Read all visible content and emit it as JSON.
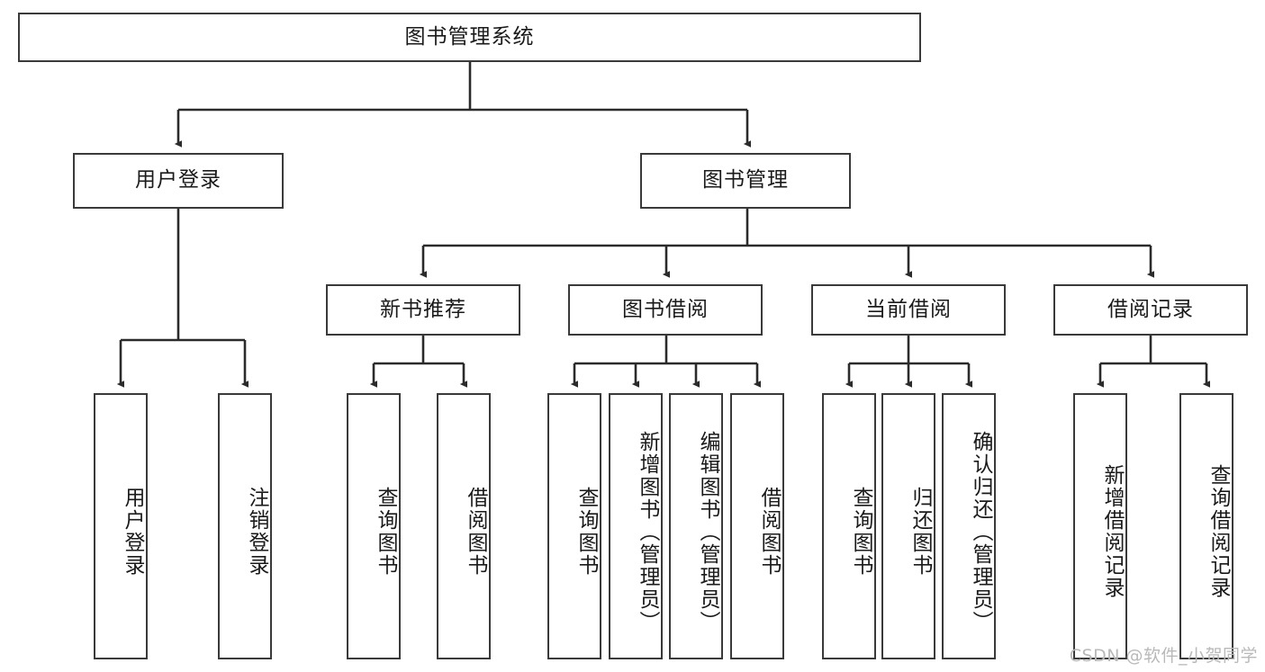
{
  "diagram": {
    "title": "图书管理系统",
    "type": "tree-hierarchy-chart",
    "watermark": "CSDN @软件_小贺同学",
    "colors": {
      "border": "#3a3a3a",
      "text": "#1a1a1a",
      "background": "#ffffff",
      "connector": "#2b2b2b",
      "watermark": "#b9b9b9"
    },
    "root": {
      "label": "图书管理系统"
    },
    "level1": [
      {
        "id": "user-login",
        "label": "用户登录"
      },
      {
        "id": "book-manage",
        "label": "图书管理"
      }
    ],
    "level2": [
      {
        "id": "new-book-recommend",
        "label": "新书推荐",
        "parent": "book-manage"
      },
      {
        "id": "book-borrow",
        "label": "图书借阅",
        "parent": "book-manage"
      },
      {
        "id": "current-borrow",
        "label": "当前借阅",
        "parent": "book-manage"
      },
      {
        "id": "borrow-record",
        "label": "借阅记录",
        "parent": "book-manage"
      }
    ],
    "leaves": {
      "user_login": [
        {
          "id": "leaf-user-login",
          "label": "用户登录"
        },
        {
          "id": "leaf-user-logout",
          "label": "注销登录"
        }
      ],
      "new_book_recommend": [
        {
          "id": "leaf-query-book-1",
          "label": "查询图书"
        },
        {
          "id": "leaf-borrow-book-1",
          "label": "借阅图书"
        }
      ],
      "book_borrow": [
        {
          "id": "leaf-query-book-2",
          "label": "查询图书"
        },
        {
          "id": "leaf-add-book",
          "label": "新增图书（管理员）"
        },
        {
          "id": "leaf-edit-book",
          "label": "编辑图书（管理员）"
        },
        {
          "id": "leaf-borrow-book-2",
          "label": "借阅图书"
        }
      ],
      "current_borrow": [
        {
          "id": "leaf-query-book-3",
          "label": "查询图书"
        },
        {
          "id": "leaf-return-book",
          "label": "归还图书"
        },
        {
          "id": "leaf-confirm-return",
          "label": "确认归还（管理员）"
        }
      ],
      "borrow_record": [
        {
          "id": "leaf-add-record",
          "label": "新增借阅记录"
        },
        {
          "id": "leaf-query-record",
          "label": "查询借阅记录"
        }
      ]
    }
  }
}
